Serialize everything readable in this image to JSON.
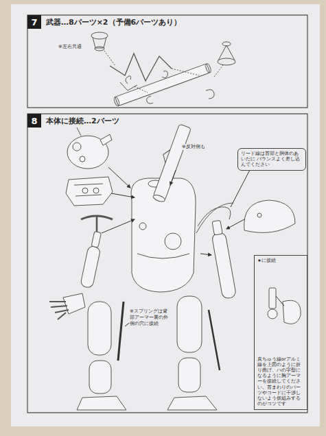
{
  "diagram": {
    "nodes": [
      {
        "text": [
          "7"
        ]
      },
      {
        "text": [
          "8"
        ]
      },
      {
        "text": [
          "リード線は首部と胴体のあいだに バランスよく差し込んでください"
        ]
      },
      {
        "text": [
          "★に接続",
          "真ちゅう線orアルミ線を上図のように折り曲げ、ハの字型になるように胸アーマーを接続してください。首まわりのパーツやコードに干渉しないよう仮組みするのがコツです"
        ]
      }
    ],
    "labels": [
      "武器…8パーツ×2（予備6パーツあり）",
      "※左右共通",
      "本体に接続…2パーツ",
      "※反対側も",
      "※スプリングは背部アーマー裏の外側の穴に接続"
    ]
  }
}
